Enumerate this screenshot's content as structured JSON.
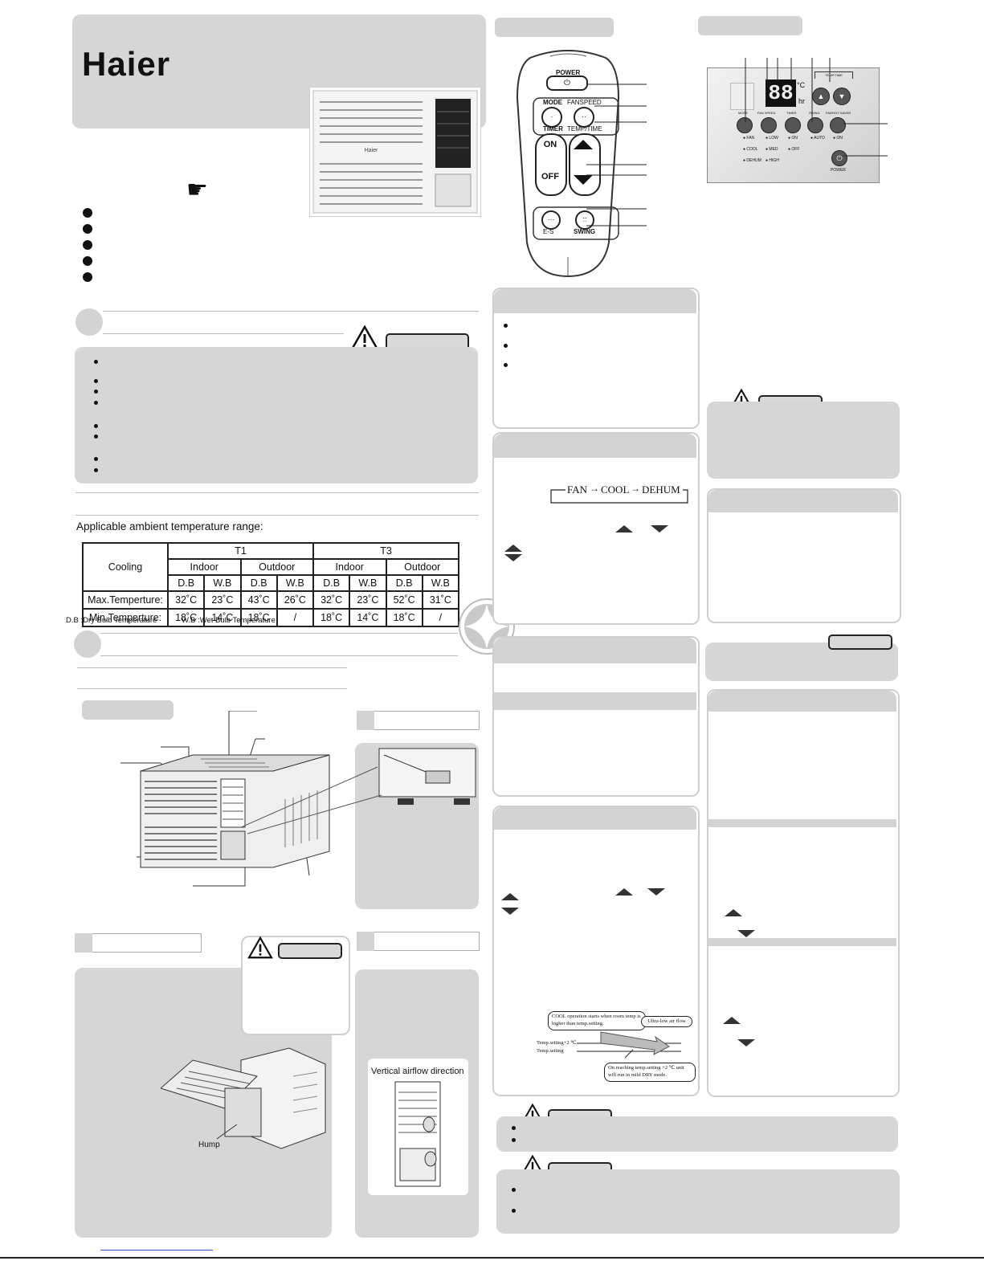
{
  "brand": {
    "logo": "Haier"
  },
  "ambient": {
    "title": "Applicable ambient temperature range:",
    "cooling": "Cooling",
    "t1": "T1",
    "t3": "T3",
    "indoor": "Indoor",
    "outdoor": "Outdoor",
    "db": "D.B",
    "wb": "W.B",
    "max_label": "Max.Temperture:",
    "min_label": "Min.Temperture:",
    "max": [
      "32˚C",
      "23˚C",
      "43˚C",
      "26˚C",
      "32˚C",
      "23˚C",
      "52˚C",
      "31˚C"
    ],
    "min": [
      "18˚C",
      "14˚C",
      "18˚C",
      "/",
      "18˚C",
      "14˚C",
      "18˚C",
      "/"
    ],
    "footnote_db": "D.B :Dry Bulb Temperature",
    "footnote_wb": "W.B :Wet Bulb Temperature"
  },
  "remote": {
    "power": "POWER",
    "mode": "MODE",
    "fanspeed": "FANSPEED",
    "timer": "TIMER",
    "temp_time": "TEMP/TIME",
    "on": "ON",
    "off": "OFF",
    "es": "E-S",
    "swing": "SWING"
  },
  "panel": {
    "display": "88",
    "celsius": "°C",
    "hr": "hr",
    "temp_time": "TEMP/TIME",
    "mode": "MODE",
    "fan_speed": "FAN SPEED",
    "timer": "TIMER",
    "swing": "SWING",
    "energy_saver": "ENERGY SAVER",
    "fan": "FAN",
    "cool": "COOL",
    "dehum": "DEHUM",
    "low": "LOW",
    "med": "MED",
    "high": "HIGH",
    "on": "ON",
    "off": "OFF",
    "auto": "AUTO",
    "es_on": "ON",
    "power": "POWER"
  },
  "mode_cycle": {
    "fan": "FAN",
    "cool": "COOL",
    "dehum": "DEHUM"
  },
  "dry_diagram": {
    "note1": "COOL operation starts when room temp is higher than temp.setting.",
    "note2": "Ultra-low air flow",
    "note3": "On reaching temp.setting +2 ℃ unit will run in mild DRY mode.",
    "axis1": "Temp.setting+2 ℃",
    "axis2": "Temp.setting"
  },
  "filter": {
    "hump": "Hump"
  },
  "airflow": {
    "title": "Vertical airflow direction"
  }
}
